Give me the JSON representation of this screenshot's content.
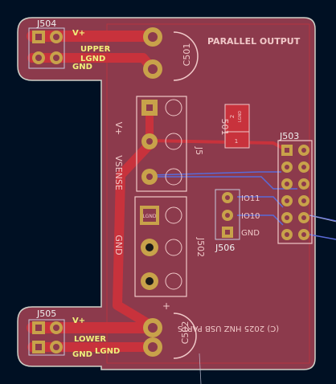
{
  "colors": {
    "background": "#001023",
    "board_fill": "#8c3a4c",
    "board_edge": "#cfd0c8",
    "copper_front": "#c8323c",
    "copper_back": "#5a6ad8",
    "silkscreen": "#f0c8c8",
    "silkscreen_yellow": "#f0f07a",
    "pad_gold": "#c8a24a",
    "fab_outline": "#c8c8c8",
    "courtyard": "#c8c8dc"
  },
  "labels": {
    "board_title": "PARALLEL OUTPUT",
    "copyright": "(C) 2025 HNZ USB PARTS",
    "vsense": "VSENSE",
    "gnd_vertical": "GND",
    "v_plus": "V+",
    "v_plus_bottom": "+"
  },
  "connectors": {
    "j504": {
      "ref": "J504",
      "pin1": "V+",
      "pin2": "GND",
      "net_upper": "UPPER",
      "net_lgnd": "LGND"
    },
    "j505": {
      "ref": "J505",
      "pin1": "V+",
      "pin2": "GND",
      "net_lower": "LOWER",
      "net_lgnd": "LGND"
    },
    "j5": {
      "ref": "J5"
    },
    "j502": {
      "ref": "J502",
      "pad_label": "LGND"
    },
    "j503": {
      "ref": "J503"
    },
    "j506": {
      "ref": "J506",
      "pins": [
        "IO11",
        "IO10",
        "GND"
      ]
    }
  },
  "components": {
    "c501": {
      "ref": "C501"
    },
    "c502": {
      "ref": "C502"
    },
    "r501": {
      "ref": "501",
      "pad1": "1",
      "pad2": "2",
      "value": "LGND"
    }
  }
}
